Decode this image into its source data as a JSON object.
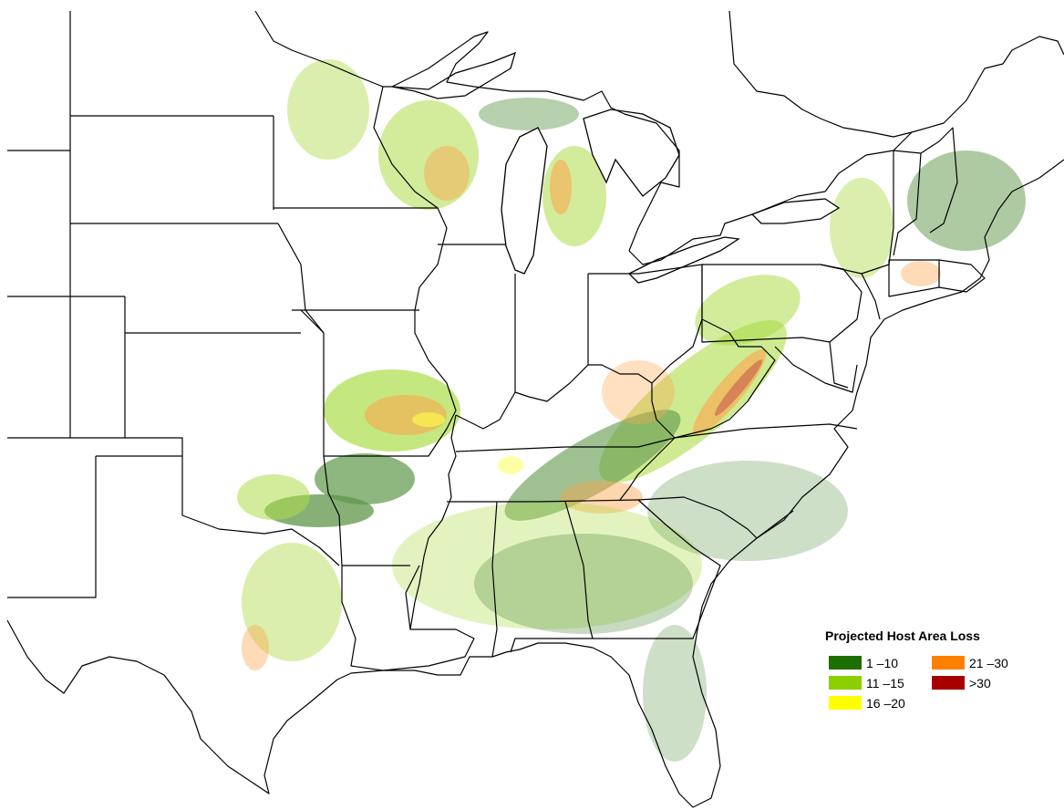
{
  "legend": {
    "title": "Projected Host Area Loss",
    "items": [
      {
        "label": "1 –10",
        "color": "#1f6e00"
      },
      {
        "label": "11 –15",
        "color": "#8ccf00"
      },
      {
        "label": "16 –20",
        "color": "#ffff00"
      },
      {
        "label": "21 –30",
        "color": "#ff8000"
      },
      {
        "label": ">30",
        "color": "#a80000"
      }
    ]
  },
  "colors": {
    "boundary": "#000000",
    "background": "#ffffff",
    "forest_dark": "#1f6e00",
    "forest_light": "#8ccf00",
    "loss_yellow": "#ffff00",
    "loss_orange": "#ff8000",
    "loss_red": "#a80000"
  }
}
